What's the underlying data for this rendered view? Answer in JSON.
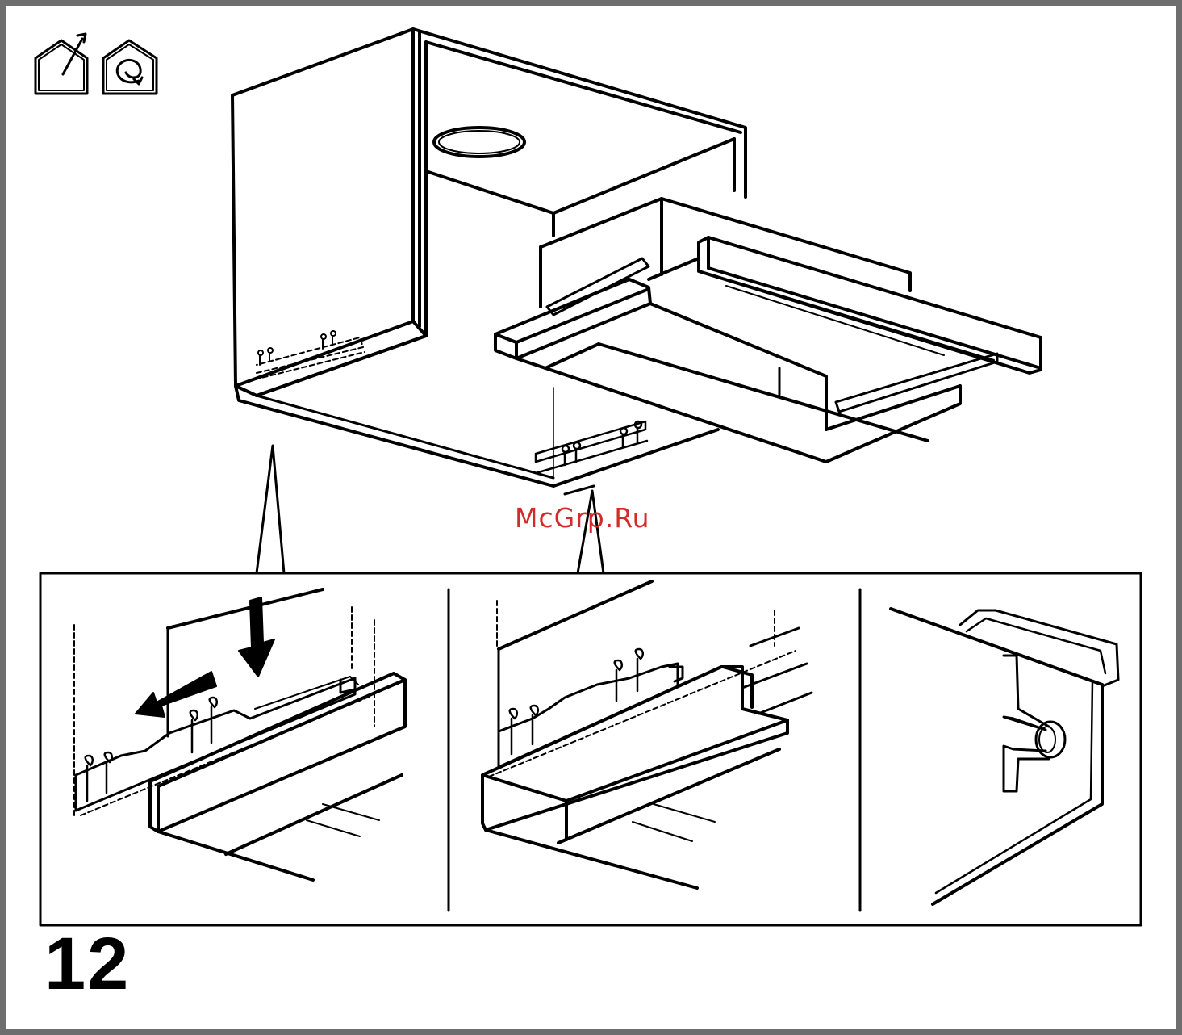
{
  "step_number": "12",
  "watermark": "McGrp.Ru",
  "icons": [
    "ducted-exhaust-house-icon",
    "recirculation-house-icon"
  ],
  "detail_panels": [
    "rear-bracket-detail",
    "front-bracket-detail",
    "clip-detail"
  ]
}
